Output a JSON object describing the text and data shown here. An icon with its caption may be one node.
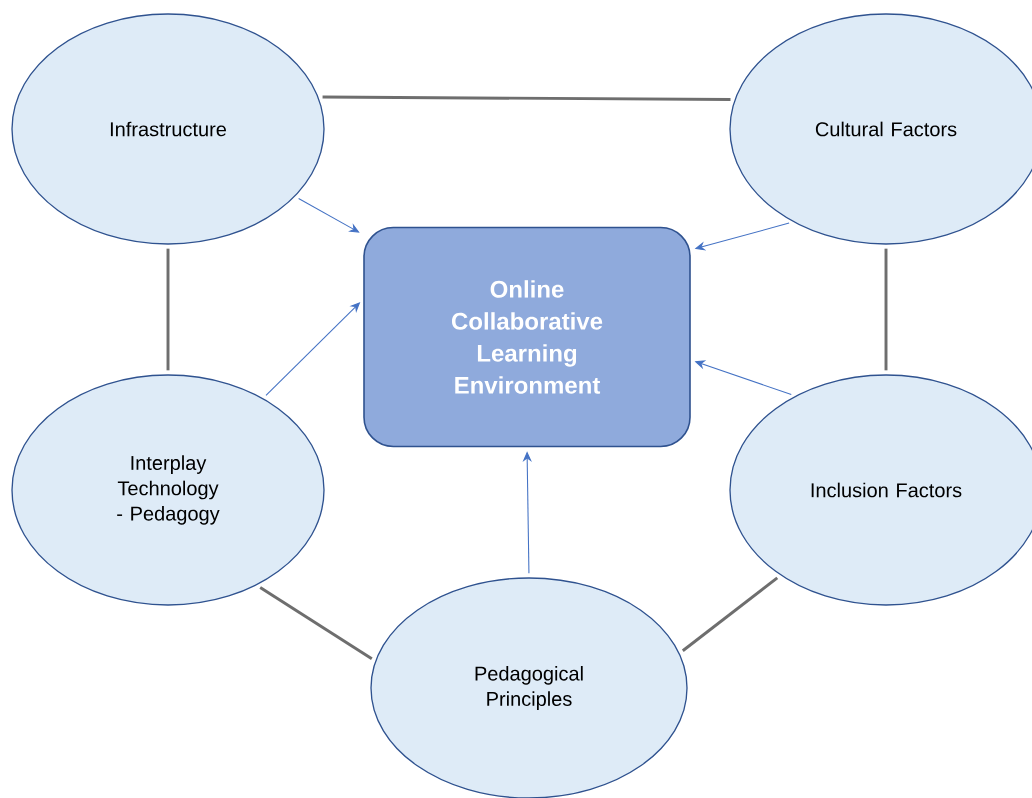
{
  "diagram": {
    "nodes": [
      {
        "text": [
          "Online Collaborative Learning Environment"
        ]
      },
      {
        "text": [
          "Infrastructure"
        ]
      },
      {
        "text": [
          "Cultural Factors"
        ]
      },
      {
        "text": [
          "Interplay Technology - Pedagogy"
        ]
      },
      {
        "text": [
          "Inclusion Factors"
        ]
      },
      {
        "text": [
          "Pedagogical Principles"
        ]
      }
    ],
    "edges": [
      {
        "from": 1,
        "to": 0,
        "arrow": "to"
      },
      {
        "from": 2,
        "to": 0,
        "arrow": "to"
      },
      {
        "from": 3,
        "to": 0,
        "arrow": "to"
      },
      {
        "from": 4,
        "to": 0,
        "arrow": "to"
      },
      {
        "from": 5,
        "to": 0,
        "arrow": "to"
      },
      {
        "from": 1,
        "to": 2,
        "arrow": "none",
        "style": "thick",
        "color": "#6e6e6e"
      },
      {
        "from": 1,
        "to": 3,
        "arrow": "none",
        "style": "thick",
        "color": "#6e6e6e"
      },
      {
        "from": 2,
        "to": 4,
        "arrow": "none",
        "style": "thick",
        "color": "#6e6e6e"
      },
      {
        "from": 3,
        "to": 5,
        "arrow": "none",
        "style": "thick",
        "color": "#6e6e6e"
      },
      {
        "from": 4,
        "to": 5,
        "arrow": "none",
        "style": "thick",
        "color": "#6e6e6e"
      }
    ]
  }
}
